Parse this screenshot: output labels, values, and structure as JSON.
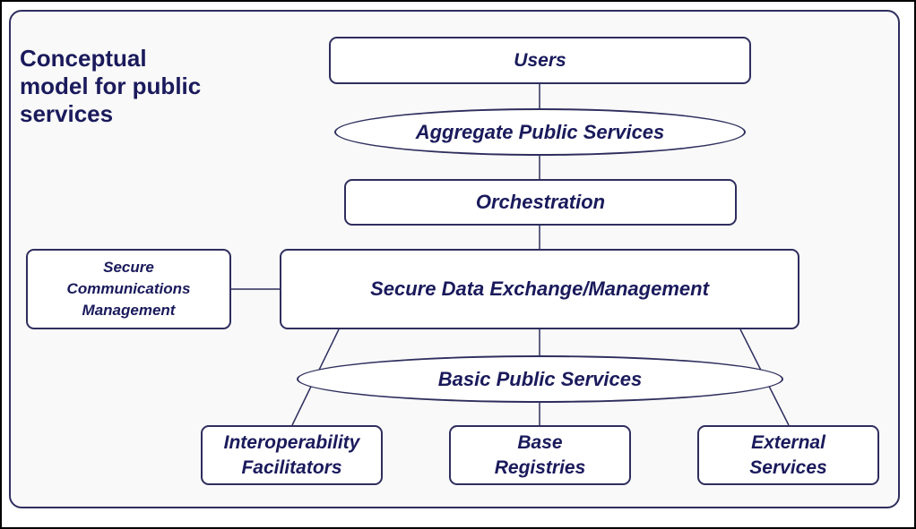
{
  "diagram": {
    "title_lines": [
      "Conceptual",
      "model for public",
      "services"
    ],
    "nodes": {
      "users": "Users",
      "aggregate": "Aggregate Public Services",
      "orchestration": "Orchestration",
      "secure_data": "Secure Data Exchange/Management",
      "secure_comms": [
        "Secure",
        "Communications",
        "Management"
      ],
      "basic": "Basic Public Services",
      "interop": [
        "Interoperability",
        "Facilitators"
      ],
      "base_reg": [
        "Base",
        "Registries"
      ],
      "external": [
        "External",
        "Services"
      ]
    }
  }
}
